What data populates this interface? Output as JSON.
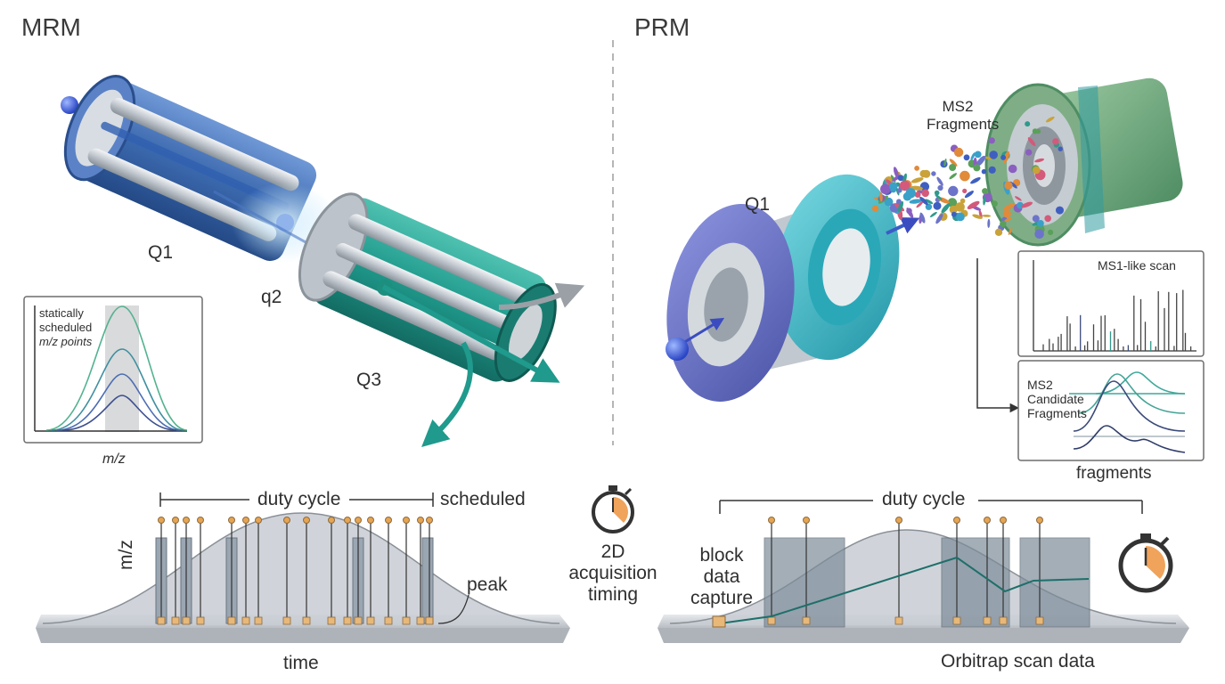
{
  "left": {
    "title": "MRM",
    "q1": "Q1",
    "q2": "q2",
    "q3": "Q3",
    "inset_text": [
      "statically",
      "scheduled",
      "m/z points"
    ],
    "inset_xlabel": "m/z",
    "duty_cycle": "duty cycle",
    "scheduled": "scheduled",
    "y_label": "m/z",
    "peak": "peak",
    "x_label": "time"
  },
  "center": {
    "timing_text": [
      "2D",
      "acquisition",
      "timing"
    ]
  },
  "right": {
    "title": "PRM",
    "q1": "Q1",
    "ms2_fragments": [
      "MS2",
      "Fragments"
    ],
    "ms1_scan": "MS1-like scan",
    "ms2_candidate": [
      "MS2",
      "Candidate",
      "Fragments"
    ],
    "fragments": "fragments",
    "duty_cycle": "duty cycle",
    "block_capture": [
      "block",
      "data",
      "capture"
    ],
    "scan_data": "Orbitrap scan data"
  },
  "colors": {
    "mrm_blue": "#3c6db3",
    "teal": "#1f9a8c",
    "prm_purple": "#6c74c9",
    "prm_cyan": "#3cb8c8",
    "prm_green": "#6ea77a",
    "rod": "#c9ced4",
    "marker": "#d9a25a"
  }
}
